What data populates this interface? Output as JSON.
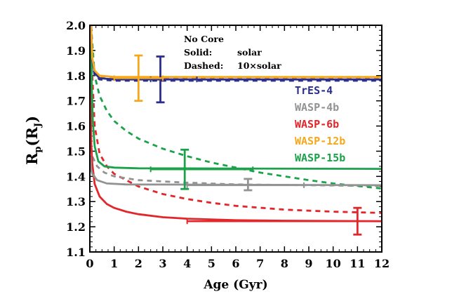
{
  "chart_data": {
    "type": "line",
    "xlabel": "Age (Gyr)",
    "ylabel": "R_p(R_J)",
    "ylabel_main": "R",
    "ylabel_sub": "p",
    "ylabel_paren_open": "(R",
    "ylabel_paren_sub": "J",
    "ylabel_paren_close": ")",
    "xlim": [
      0,
      12
    ],
    "ylim": [
      1.1,
      2.0
    ],
    "xticks": [
      "0",
      "1",
      "2",
      "3",
      "4",
      "5",
      "6",
      "7",
      "8",
      "9",
      "10",
      "11",
      "12"
    ],
    "yticks": [
      "1.1",
      "1.2",
      "1.3",
      "1.4",
      "1.5",
      "1.6",
      "1.7",
      "1.8",
      "1.9",
      "2.0"
    ],
    "annotations": {
      "line1": "No Core",
      "line2_key": "Solid:",
      "line2_val": "solar",
      "line3_key": "Dashed:",
      "line3_val": "10×solar"
    },
    "series": [
      {
        "name": "TrES-4",
        "color": "#2b2e8c",
        "solid": [
          [
            0.05,
            2.0
          ],
          [
            0.1,
            1.86
          ],
          [
            0.2,
            1.81
          ],
          [
            0.4,
            1.79
          ],
          [
            1,
            1.785
          ],
          [
            12,
            1.785
          ]
        ],
        "dashed": [
          [
            0.05,
            2.0
          ],
          [
            0.1,
            1.85
          ],
          [
            0.2,
            1.8
          ],
          [
            0.4,
            1.785
          ],
          [
            1,
            1.78
          ],
          [
            12,
            1.78
          ]
        ],
        "obs": {
          "age": 2.9,
          "age_lo": 2.5,
          "age_hi": 4.4,
          "r": 1.785,
          "r_lo": 1.694,
          "r_hi": 1.876
        }
      },
      {
        "name": "WASP-4b",
        "color": "#939393",
        "solid": [
          [
            0.02,
            1.48
          ],
          [
            0.05,
            1.43
          ],
          [
            0.1,
            1.41
          ],
          [
            0.3,
            1.385
          ],
          [
            0.7,
            1.372
          ],
          [
            1.5,
            1.368
          ],
          [
            12,
            1.365
          ]
        ],
        "dashed": [
          [
            0.02,
            1.55
          ],
          [
            0.1,
            1.48
          ],
          [
            0.3,
            1.44
          ],
          [
            0.6,
            1.415
          ],
          [
            1,
            1.4
          ],
          [
            2,
            1.385
          ],
          [
            4,
            1.375
          ],
          [
            6,
            1.368
          ],
          [
            9,
            1.365
          ],
          [
            12,
            1.362
          ]
        ],
        "obs": {
          "age": 6.5,
          "age_lo": 4.0,
          "age_hi": 8.8,
          "r": 1.365,
          "r_lo": 1.345,
          "r_hi": 1.39
        }
      },
      {
        "name": "WASP-6b",
        "color": "#e3262a",
        "solid": [
          [
            0.01,
            2.0
          ],
          [
            0.03,
            1.7
          ],
          [
            0.06,
            1.52
          ],
          [
            0.1,
            1.45
          ],
          [
            0.2,
            1.37
          ],
          [
            0.4,
            1.32
          ],
          [
            0.7,
            1.29
          ],
          [
            1,
            1.275
          ],
          [
            1.5,
            1.26
          ],
          [
            2,
            1.25
          ],
          [
            3,
            1.238
          ],
          [
            4,
            1.232
          ],
          [
            6,
            1.226
          ],
          [
            8,
            1.224
          ],
          [
            12,
            1.222
          ]
        ],
        "dashed": [
          [
            0.1,
            1.8
          ],
          [
            0.2,
            1.6
          ],
          [
            0.4,
            1.49
          ],
          [
            0.7,
            1.44
          ],
          [
            1,
            1.41
          ],
          [
            2,
            1.36
          ],
          [
            3,
            1.33
          ],
          [
            4,
            1.31
          ],
          [
            5,
            1.295
          ],
          [
            6,
            1.283
          ],
          [
            8,
            1.268
          ],
          [
            10,
            1.26
          ],
          [
            12,
            1.255
          ]
        ],
        "obs": {
          "age": 11.0,
          "age_lo": 4.0,
          "age_hi": 12.0,
          "r": 1.222,
          "r_lo": 1.169,
          "r_hi": 1.275
        }
      },
      {
        "name": "WASP-12b",
        "color": "#f6a81c",
        "solid": [
          [
            0.05,
            2.0
          ],
          [
            0.1,
            1.87
          ],
          [
            0.2,
            1.82
          ],
          [
            0.4,
            1.8
          ],
          [
            1,
            1.795
          ],
          [
            12,
            1.795
          ]
        ],
        "dashed": [
          [
            0.05,
            2.0
          ],
          [
            0.1,
            1.86
          ],
          [
            0.2,
            1.815
          ],
          [
            0.4,
            1.795
          ],
          [
            1,
            1.79
          ],
          [
            12,
            1.79
          ]
        ],
        "obs": {
          "age": 2.0,
          "age_lo": 1.0,
          "age_hi": 3.0,
          "r": 1.79,
          "r_lo": 1.7,
          "r_hi": 1.88
        }
      },
      {
        "name": "WASP-15b",
        "color": "#1ba24a",
        "solid": [
          [
            0.05,
            2.0
          ],
          [
            0.08,
            1.75
          ],
          [
            0.12,
            1.62
          ],
          [
            0.2,
            1.52
          ],
          [
            0.35,
            1.46
          ],
          [
            0.6,
            1.44
          ],
          [
            1,
            1.435
          ],
          [
            2,
            1.432
          ],
          [
            12,
            1.43
          ]
        ],
        "dashed": [
          [
            0.05,
            2.0
          ],
          [
            0.2,
            1.8
          ],
          [
            0.4,
            1.72
          ],
          [
            0.7,
            1.66
          ],
          [
            1,
            1.62
          ],
          [
            1.5,
            1.58
          ],
          [
            2,
            1.55
          ],
          [
            3,
            1.51
          ],
          [
            4,
            1.48
          ],
          [
            5,
            1.455
          ],
          [
            6,
            1.435
          ],
          [
            7,
            1.415
          ],
          [
            8,
            1.4
          ],
          [
            9,
            1.385
          ],
          [
            10,
            1.372
          ],
          [
            11,
            1.362
          ],
          [
            12,
            1.352
          ]
        ],
        "obs": {
          "age": 3.9,
          "age_lo": 2.5,
          "age_hi": 6.7,
          "r": 1.428,
          "r_lo": 1.35,
          "r_hi": 1.506
        }
      }
    ]
  }
}
